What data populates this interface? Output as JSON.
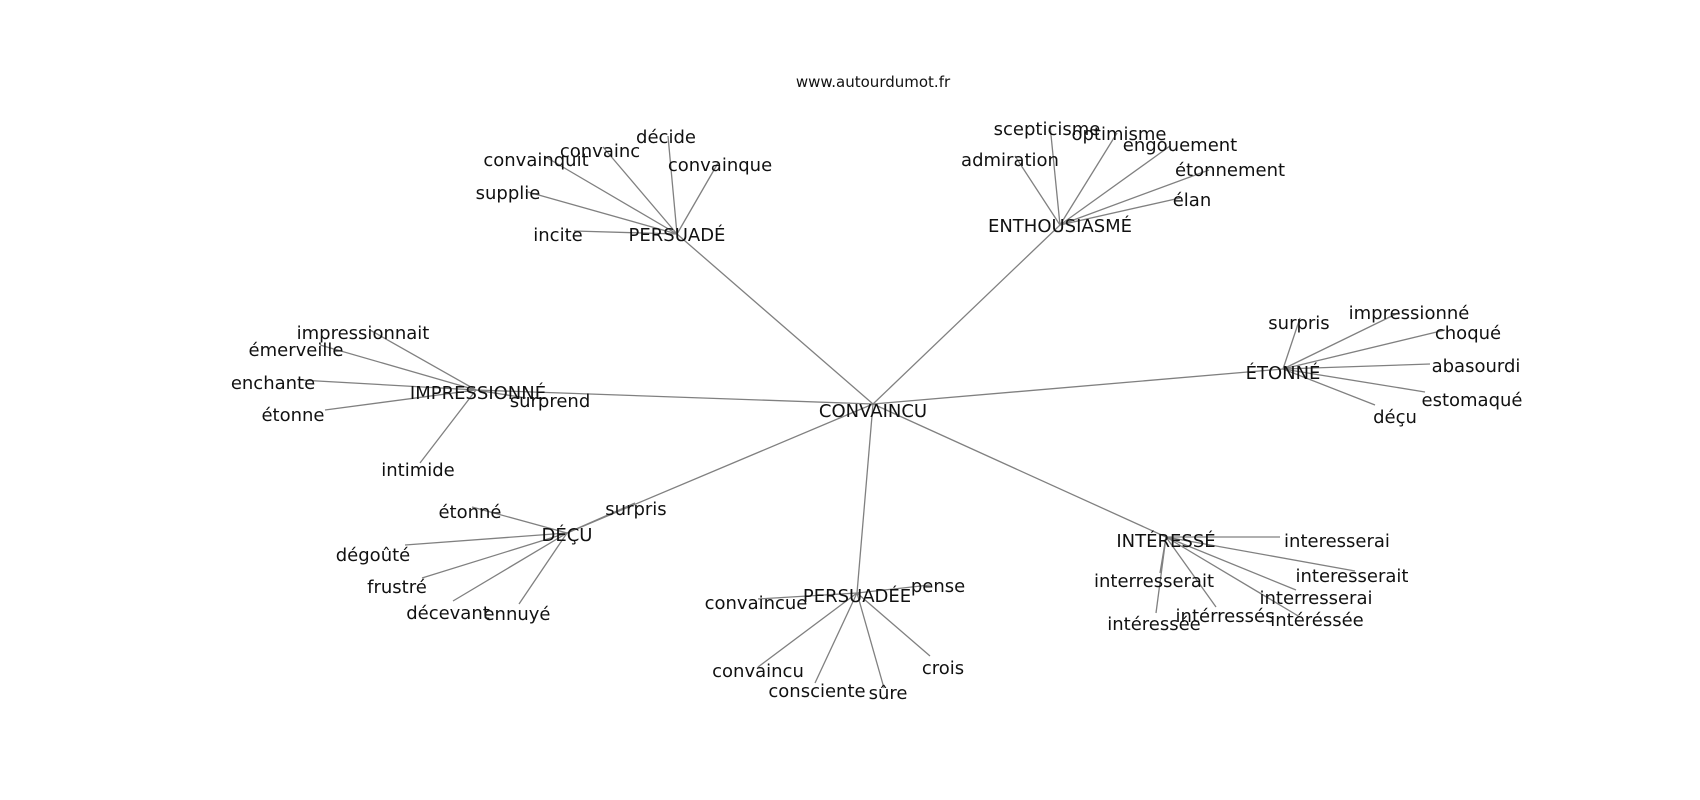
{
  "header": {
    "site": "www.autourdumot.fr"
  },
  "graph": {
    "center": "CONVAINCU",
    "hubs": [
      {
        "label": "PERSUADÉ",
        "leaves": [
          "convainquit",
          "convainc",
          "décide",
          "convainque",
          "supplie",
          "incite"
        ]
      },
      {
        "label": "ENTHOUSIASMÉ",
        "leaves": [
          "scepticisme",
          "optimisme",
          "admiration",
          "engouement",
          "étonnement",
          "élan"
        ]
      },
      {
        "label": "IMPRESSIONNÉ",
        "leaves": [
          "impressionnait",
          "émerveille",
          "enchante",
          "étonne",
          "intimide",
          "surprend"
        ]
      },
      {
        "label": "ÉTONNÉ",
        "leaves": [
          "surpris",
          "impressionné",
          "choqué",
          "abasourdi",
          "estomaqué",
          "déçu"
        ]
      },
      {
        "label": "DÉÇU",
        "leaves": [
          "surpris",
          "étonné",
          "dégoûté",
          "frustré",
          "décevant",
          "ennuyé"
        ]
      },
      {
        "label": "PERSUADÉE",
        "leaves": [
          "pense",
          "convaincue",
          "convaincu",
          "consciente",
          "sûre",
          "crois"
        ]
      },
      {
        "label": "INTÉRESSÉ",
        "leaves": [
          "interesserai",
          "interresserait",
          "interesserait",
          "interresserai",
          "intérressés",
          "intéréssée",
          "intéressée"
        ]
      }
    ]
  }
}
